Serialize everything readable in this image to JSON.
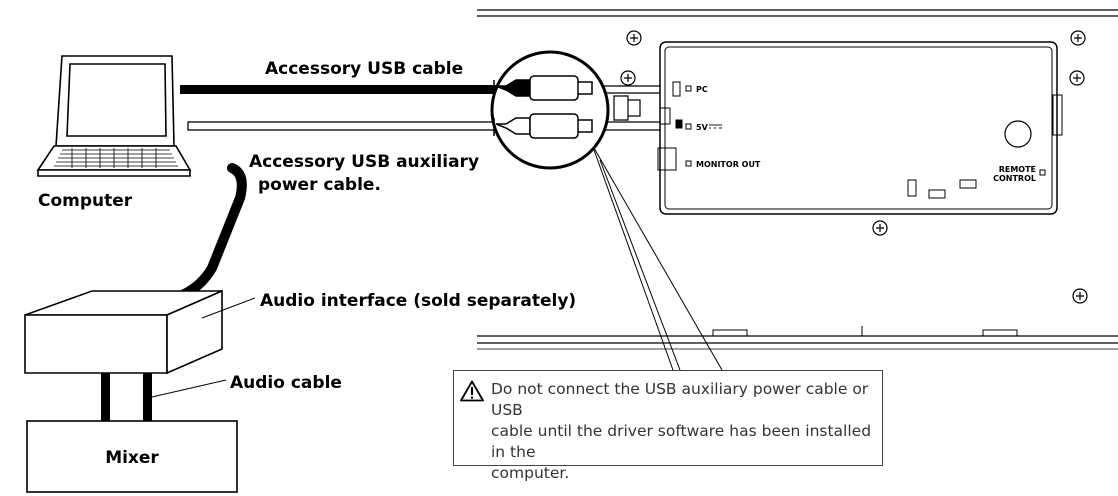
{
  "labels": {
    "usb_cable": "Accessory USB cable",
    "aux_cable_line1": "Accessory USB auxiliary",
    "aux_cable_line2": "power cable.",
    "computer": "Computer",
    "audio_interface": "Audio interface (sold separately)",
    "audio_cable": "Audio cable",
    "mixer": "Mixer"
  },
  "ports": {
    "pc": "PC",
    "five_v": "5V",
    "monitor_out": "MONITOR OUT",
    "remote_line1": "REMOTE",
    "remote_line2": "CONTROL"
  },
  "warning": {
    "icon": "warning-triangle-icon",
    "text": "Do not connect the USB auxiliary power cable or USB\ncable until the driver software has been installed in the\ncomputer."
  }
}
